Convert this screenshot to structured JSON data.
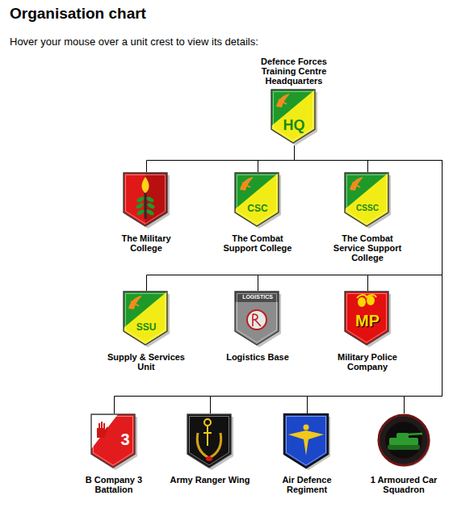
{
  "diagram": {
    "title": "Organisation chart",
    "nodes": [
      {
        "text": [
          "Defence Forces Training Centre Headquarters",
          "HQ"
        ]
      },
      {
        "text": [
          "The Military College"
        ]
      },
      {
        "text": [
          "CSC",
          "The Combat Support College"
        ]
      },
      {
        "text": [
          "CSSC",
          "The Combat Service Support College"
        ]
      },
      {
        "text": [
          "SSU",
          "Supply & Services Unit"
        ]
      },
      {
        "text": [
          "LOGISTICS",
          "Logistics Base"
        ]
      },
      {
        "text": [
          "MP",
          "Military Police Company"
        ]
      },
      {
        "text": [
          "3",
          "B Company 3 Battalion"
        ]
      },
      {
        "text": [
          "Army Ranger Wing"
        ]
      },
      {
        "text": [
          "Air Defence Regiment"
        ]
      },
      {
        "text": [
          "1 Armoured Car Squadron"
        ]
      }
    ],
    "edges": [
      {
        "from": 0,
        "to": 1,
        "arrow": "none"
      },
      {
        "from": 0,
        "to": 2,
        "arrow": "none"
      },
      {
        "from": 0,
        "to": 3,
        "arrow": "none"
      },
      {
        "from": 0,
        "to": 4,
        "arrow": "none"
      },
      {
        "from": 0,
        "to": 5,
        "arrow": "none"
      },
      {
        "from": 0,
        "to": 6,
        "arrow": "none"
      },
      {
        "from": 0,
        "to": 7,
        "arrow": "none"
      },
      {
        "from": 0,
        "to": 8,
        "arrow": "none"
      },
      {
        "from": 0,
        "to": 9,
        "arrow": "none"
      },
      {
        "from": 0,
        "to": 10,
        "arrow": "none"
      }
    ],
    "labels": [
      "Hover your mouse over a unit crest to view its details:"
    ]
  }
}
